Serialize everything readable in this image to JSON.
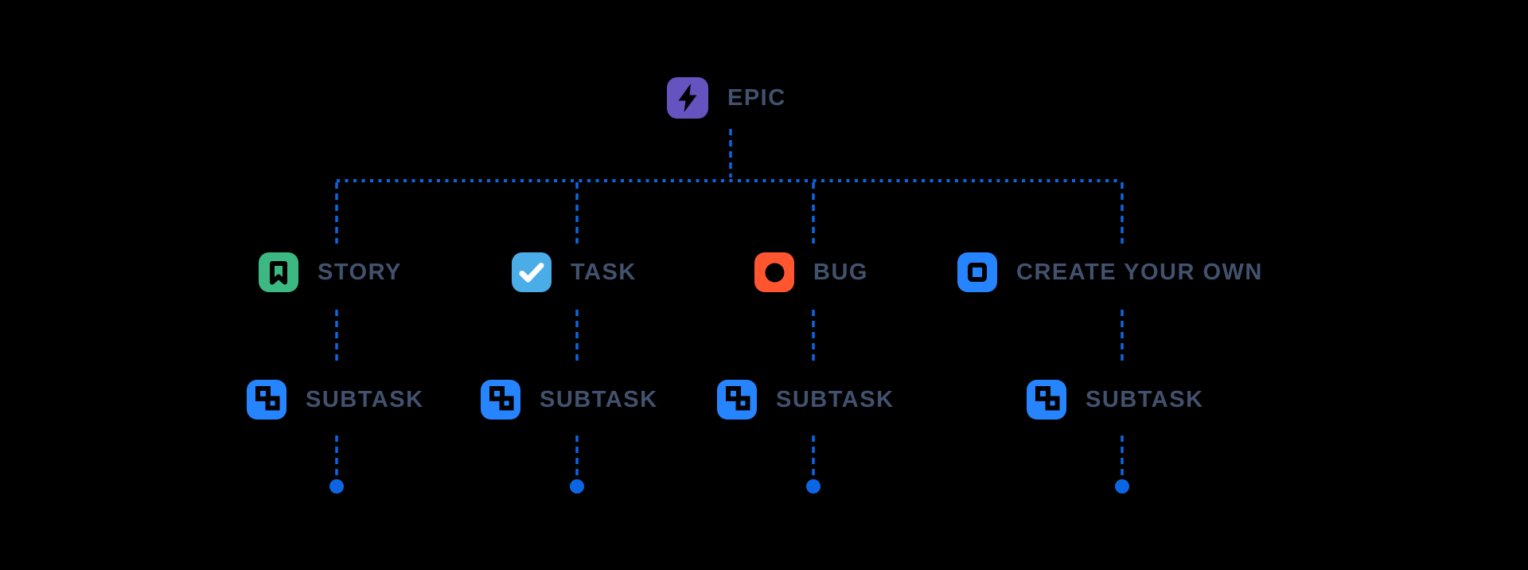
{
  "colors": {
    "background": "#000000",
    "connector": "#0C66E4",
    "label_text": "#42526E",
    "epic_purple": "#6554C0",
    "story_green": "#3CB982",
    "task_blue": "#4BADE8",
    "bug_red": "#FF5630",
    "subtask_blue": "#2684FF",
    "task_check": "#FFFFFF",
    "glyph_cutout": "#000000"
  },
  "hierarchy": {
    "epic": {
      "label": "EPIC",
      "icon": "epic-lightning-icon"
    },
    "children": [
      {
        "label": "STORY",
        "icon": "story-bookmark-icon"
      },
      {
        "label": "TASK",
        "icon": "task-check-icon"
      },
      {
        "label": "BUG",
        "icon": "bug-circle-icon"
      },
      {
        "label": "CREATE YOUR OWN",
        "icon": "custom-square-icon"
      }
    ],
    "subtasks": [
      {
        "label": "SUBTASK",
        "icon": "subtask-icon"
      },
      {
        "label": "SUBTASK",
        "icon": "subtask-icon"
      },
      {
        "label": "SUBTASK",
        "icon": "subtask-icon"
      },
      {
        "label": "SUBTASK",
        "icon": "subtask-icon"
      }
    ]
  }
}
